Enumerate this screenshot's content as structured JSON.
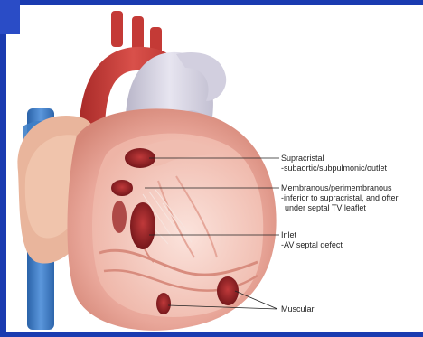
{
  "annotations": {
    "supracristal": {
      "title": "Supracristal",
      "detail": "-subaortic/subpulmonic/outlet"
    },
    "membranous": {
      "title": "Membranous/perimembranous",
      "detail_line1": "-inferior to supracristal, and ofter",
      "detail_line2": "under septal TV leaflet"
    },
    "inlet": {
      "title": "Inlet",
      "detail": "-AV septal defect"
    },
    "muscular": {
      "title": "Muscular"
    }
  },
  "colors": {
    "frame_blue": "#1a3bb0",
    "heart_muscle": "#e9a79a",
    "aorta_red": "#c93a34",
    "vessel_blue": "#3f7fc8",
    "defect_dark": "#8a1c20"
  }
}
